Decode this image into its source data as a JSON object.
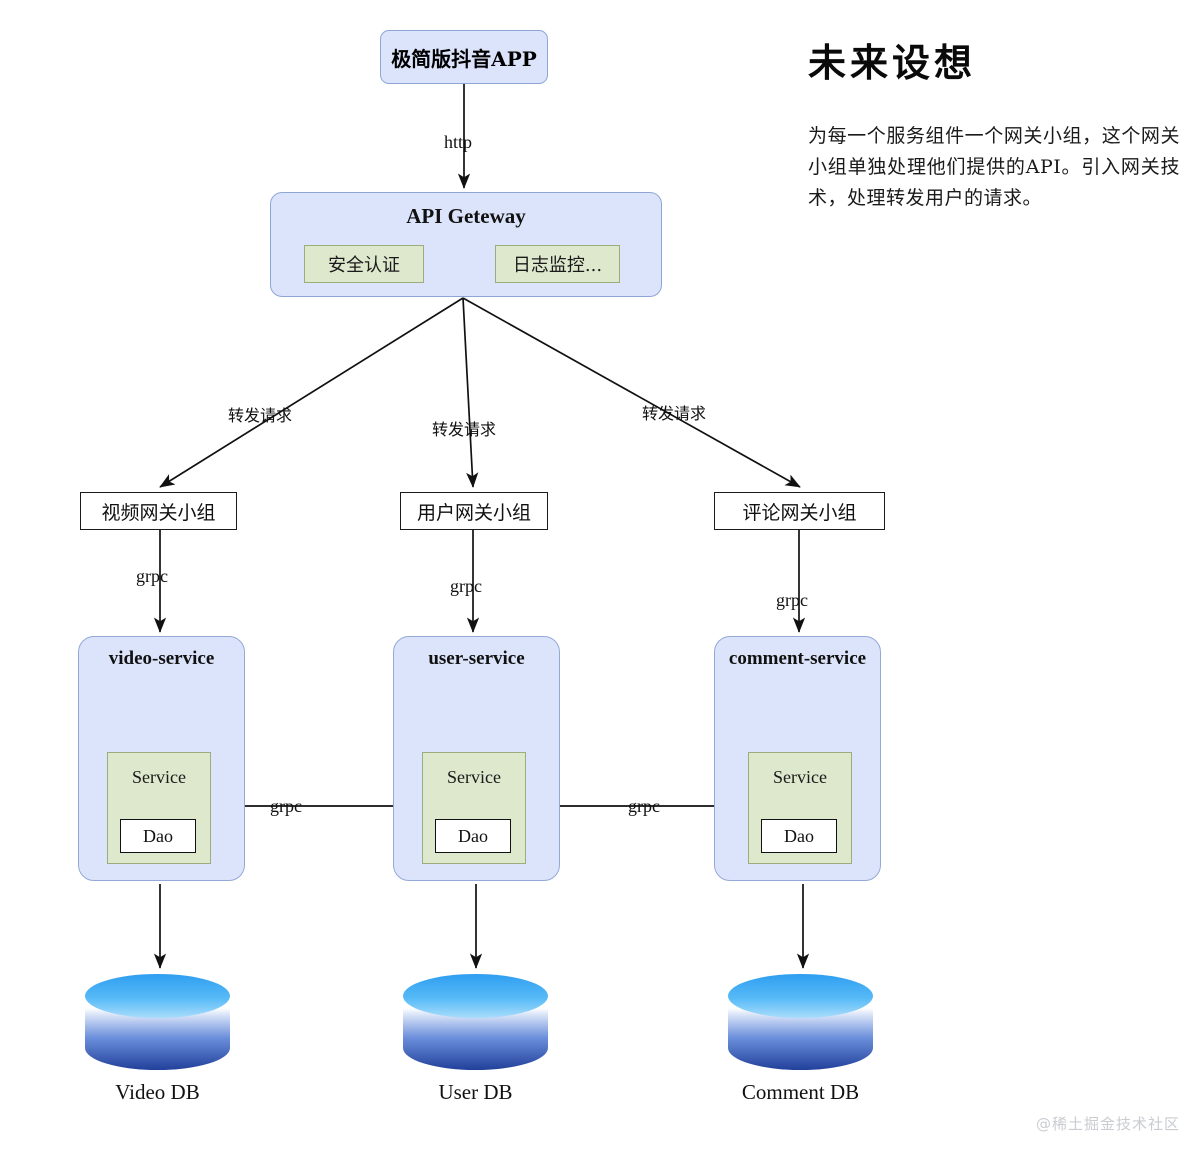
{
  "diagram": {
    "app": {
      "label": "极简版抖音APP"
    },
    "gateway": {
      "title": "API Geteway",
      "modules": [
        {
          "label": "安全认证"
        },
        {
          "label": "日志监控..."
        }
      ]
    },
    "groups": [
      {
        "label": "视频网关小组"
      },
      {
        "label": "用户网关小组"
      },
      {
        "label": "评论网关小组"
      }
    ],
    "services": [
      {
        "title": "video-service",
        "inner": "Service",
        "dao": "Dao"
      },
      {
        "title": "user-service",
        "inner": "Service",
        "dao": "Dao"
      },
      {
        "title": "comment-service",
        "inner": "Service",
        "dao": "Dao"
      }
    ],
    "databases": [
      {
        "label": "Video DB"
      },
      {
        "label": "User DB"
      },
      {
        "label": "Comment DB"
      }
    ],
    "edges": {
      "http": "http",
      "forward": "转发请求",
      "grpc": "grpc"
    }
  },
  "panel": {
    "title": "未来设想",
    "body": "为每一个服务组件一个网关小组，这个网关小组单独处理他们提供的API。引入网关技术，处理转发用户的请求。"
  },
  "watermark": {
    "text": "@稀土掘金技术社区"
  },
  "colors": {
    "box_blue_fill": "#dce4fb",
    "box_blue_border": "#8ea6d6",
    "box_green_fill": "#dde8cd",
    "box_green_border": "#9aad7b",
    "line": "#111111",
    "db_top": "#3aa8f0",
    "db_body": "#2a52b8",
    "watermark": "#c9ccd1"
  }
}
